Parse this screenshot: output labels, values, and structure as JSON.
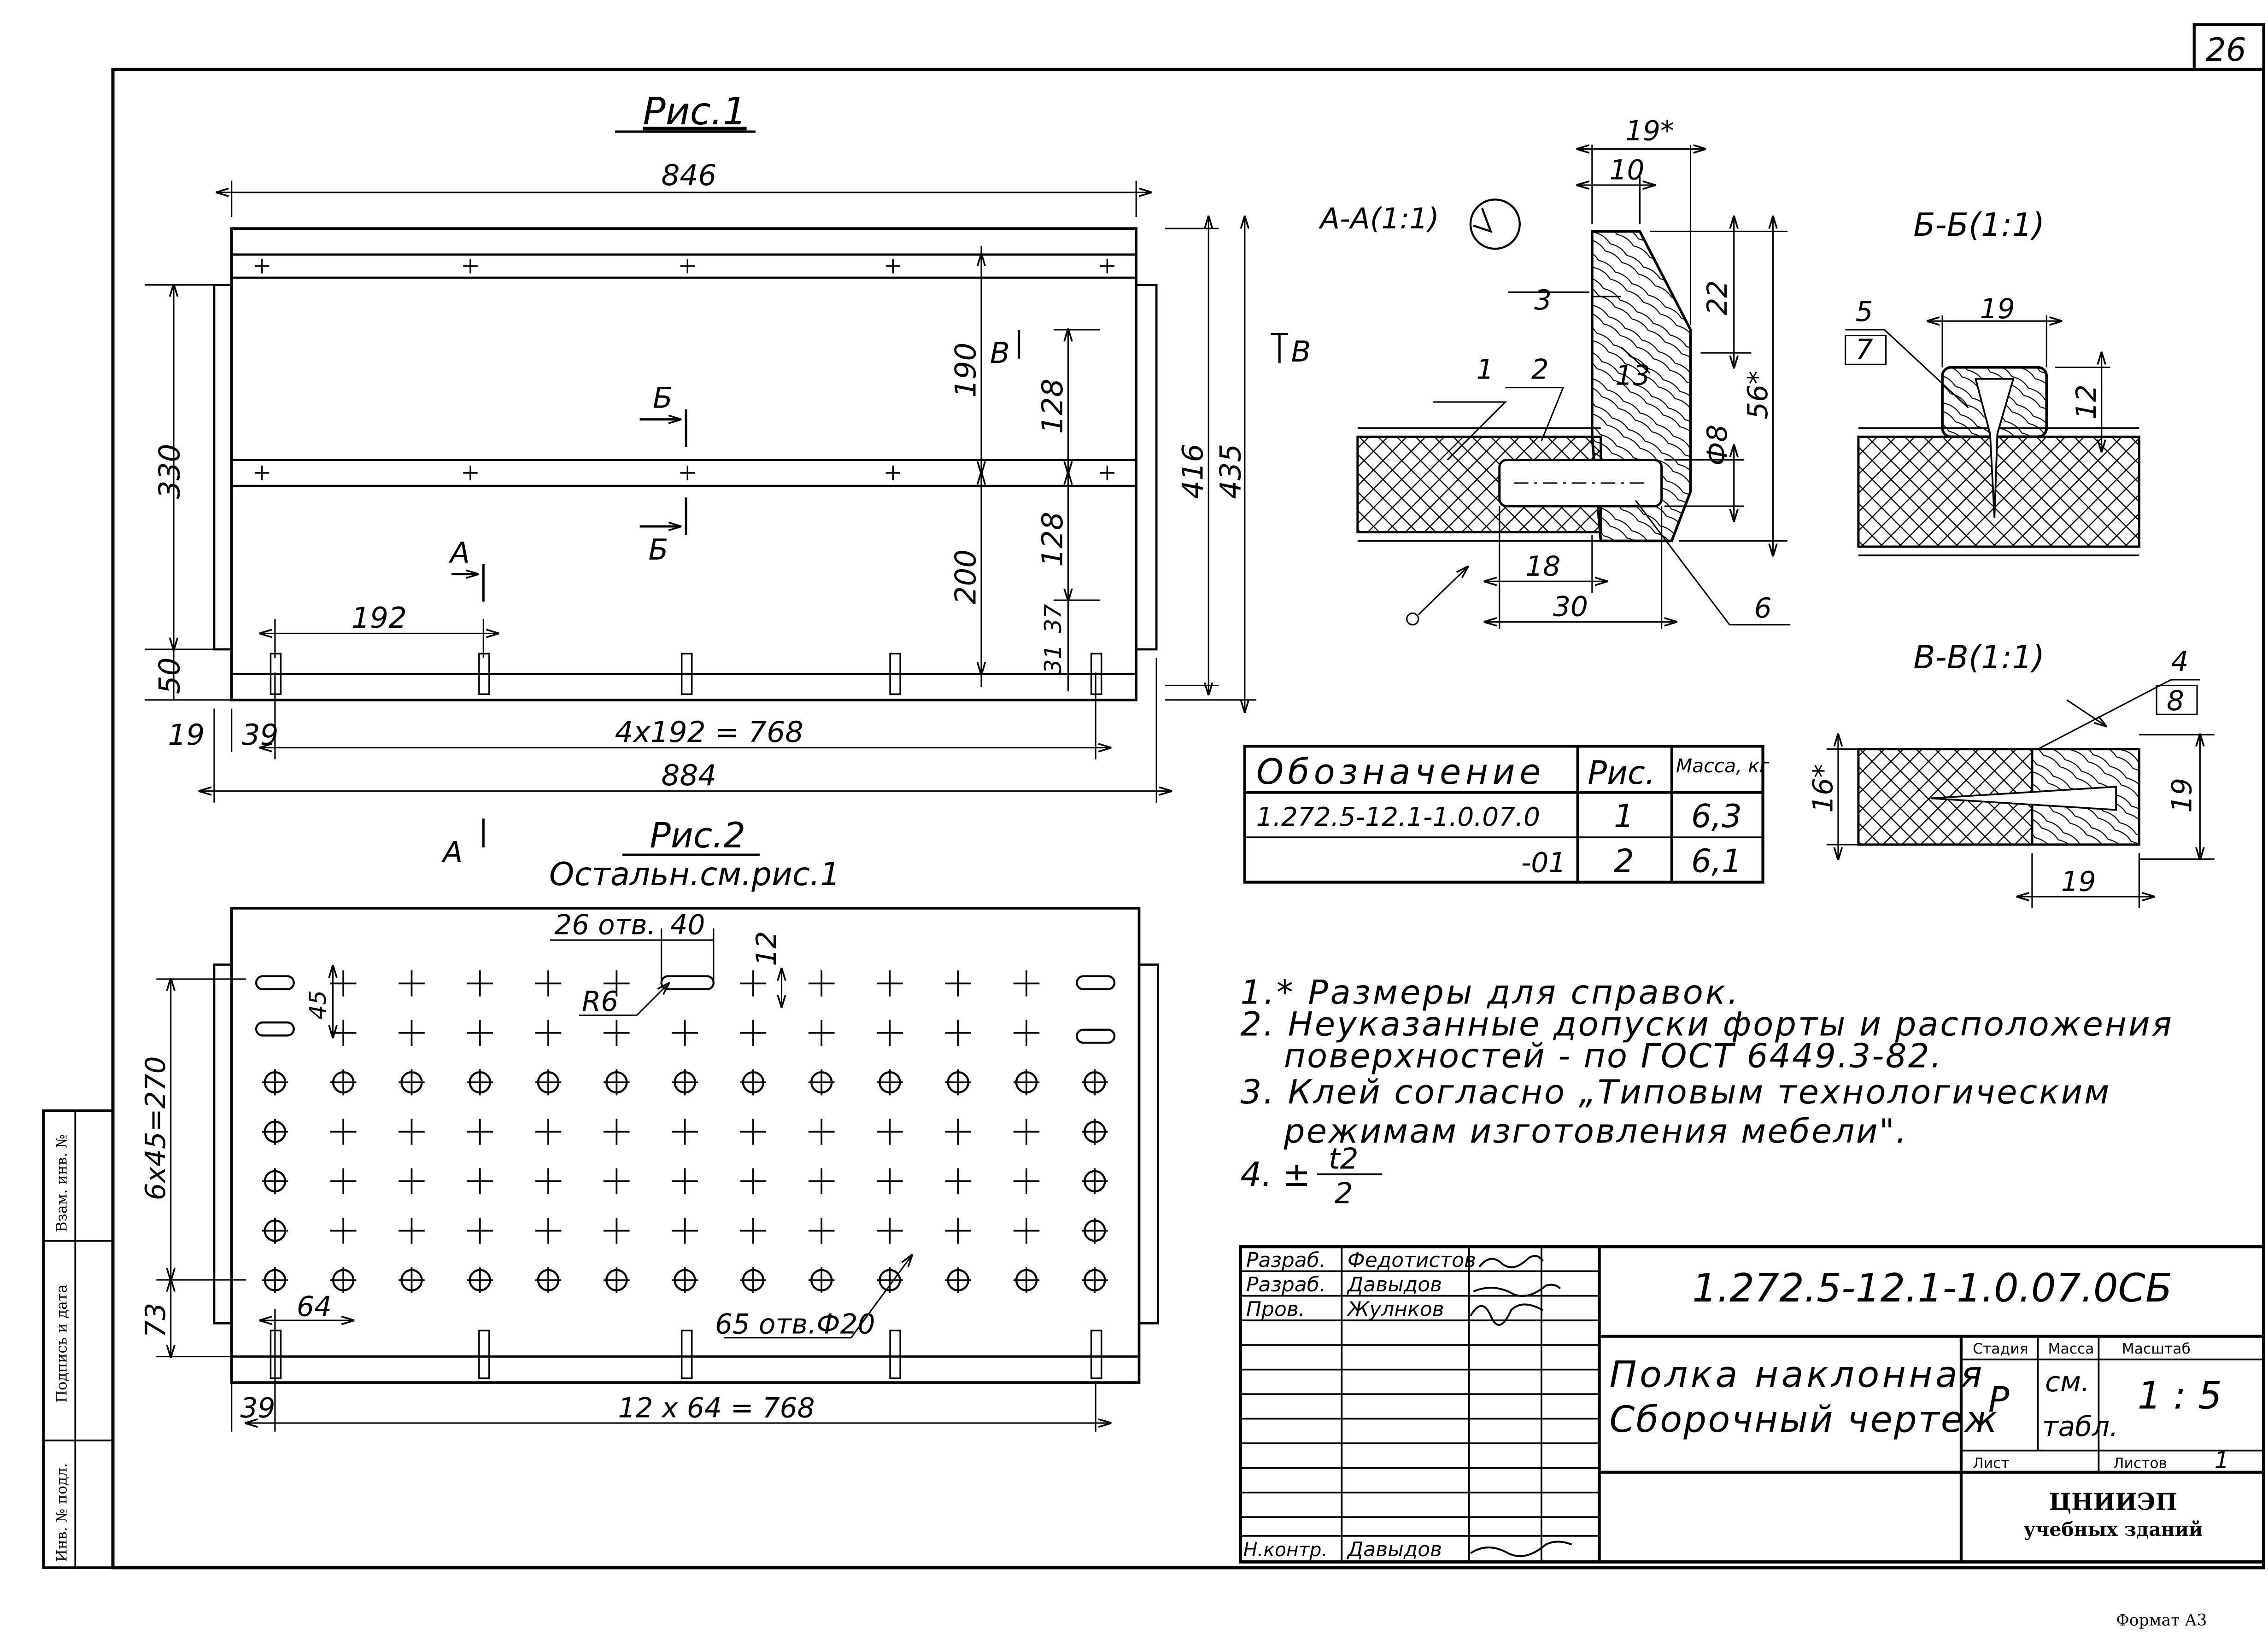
{
  "sheet": {
    "page_number": "26",
    "format_label": "Формат А3"
  },
  "fig1": {
    "title": "Рис.1",
    "dims": {
      "d846": "846",
      "d330": "330",
      "d50": "50",
      "d19": "19",
      "d39": "39",
      "d192": "192",
      "d4x192": "4x192 = 768",
      "d884": "884",
      "d190": "190",
      "d128a": "128",
      "d128b": "128",
      "d200": "200",
      "d31": "31",
      "d37": "37",
      "d416": "416",
      "d435": "435"
    },
    "section_marks": {
      "b_top": "Б",
      "b_bottom": "Б",
      "a_top": "А",
      "a_bottom": "А",
      "v_left": "В",
      "v_right": "В"
    }
  },
  "fig2": {
    "title": "Рис.2",
    "subtitle": "Остальн.см.рис.1",
    "dims": {
      "holes_26": "26 отв.",
      "d40": "40",
      "d12": "12",
      "r6": "R6",
      "d45": "45",
      "d6x45": "6x45=270",
      "d73": "73",
      "d64": "64",
      "holes_65": "65 отв.Ф20",
      "d39": "39",
      "d12x64": "12 x 64 = 768"
    }
  },
  "section_aa": {
    "title": "А-А(1:1)",
    "dims": {
      "d19s": "19*",
      "d10": "10",
      "d22": "22",
      "d56s": "56*",
      "d13": "13",
      "d8": "Ф8",
      "d18": "18",
      "d30": "30"
    },
    "callouts": {
      "c1": "1",
      "c2": "2",
      "c3": "3",
      "c6": "6"
    }
  },
  "section_bb": {
    "title": "Б-Б(1:1)",
    "dims": {
      "d19": "19",
      "d12": "12"
    },
    "callouts": {
      "c5": "5",
      "c7": "7"
    }
  },
  "section_vv": {
    "title": "В-В(1:1)",
    "dims": {
      "d16s": "16*",
      "d19a": "19",
      "d19b": "19"
    },
    "callouts": {
      "c4": "4",
      "c8": "8"
    }
  },
  "spec_table": {
    "headers": [
      "Обозначение",
      "Рис.",
      "Масса, кг"
    ],
    "rows": [
      [
        "1.272.5-12.1-1.0.07.0",
        "1",
        "6,3"
      ],
      [
        "-01",
        "2",
        "6,1"
      ]
    ]
  },
  "notes": [
    "1.* Размеры для справок.",
    "2. Неуказанные допуски форты и расположения",
    "поверхностей - по ГОСТ 6449.3-82.",
    "3. Клей согласно „Типовым технологическим",
    "режимам изготовления мебели\".",
    "4. ±"
  ],
  "note4_frac": {
    "num": "t2",
    "den": "2"
  },
  "title_block": {
    "doc_number": "1.272.5-12.1-1.0.07.0СБ",
    "name_line1": "Полка наклонная",
    "name_line2": "Сборочный чертеж",
    "roles": [
      {
        "role": "Разраб.",
        "name": "Федотистов"
      },
      {
        "role": "Разраб.",
        "name": "Давыдов"
      },
      {
        "role": "Пров.",
        "name": "Жулнков"
      }
    ],
    "nkontr_role": "Н.контр.",
    "nkontr_name": "Давыдов",
    "stage_label": "Стадия",
    "mass_label": "Масса",
    "scale_label": "Масштаб",
    "stage": "Р",
    "mass_line1": "см.",
    "mass_line2": "табл.",
    "scale": "1 : 5",
    "sheet_label": "Лист",
    "sheets_label": "Листов",
    "sheets": "1",
    "org_line1": "ЦНИИЭП",
    "org_line2": "учебных зданий"
  },
  "side_stamp": {
    "inv_podl": "Инв. № подл.",
    "sign_date": "Подпись и дата",
    "vzam_inv": "Взам. инв. №"
  }
}
